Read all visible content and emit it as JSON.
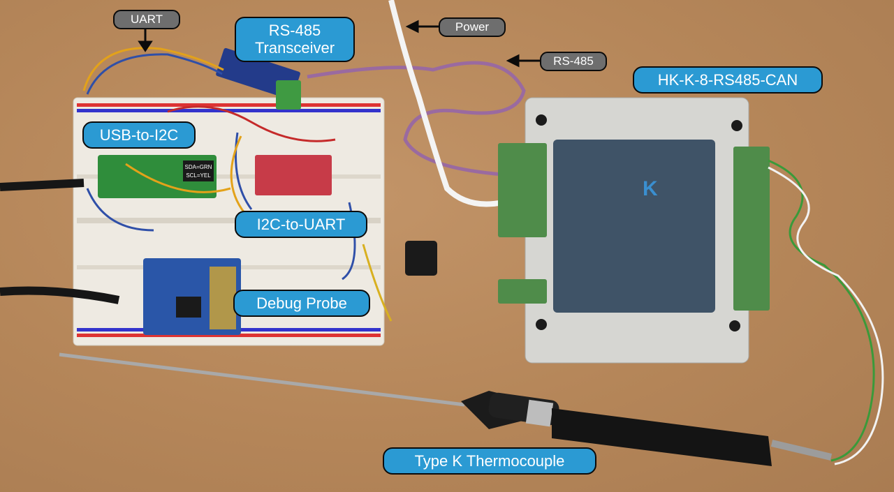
{
  "labels": {
    "uart": "UART",
    "rs485_transceiver_line1": "RS-485",
    "rs485_transceiver_line2": "Transceiver",
    "power": "Power",
    "rs485": "RS-485",
    "hk_module": "HK-K-8-RS485-CAN",
    "usb_to_i2c": "USB-to-I2C",
    "i2c_to_uart": "I2C-to-UART",
    "debug_probe": "Debug Probe",
    "type_k_thermocouple": "Type K Thermocouple"
  },
  "board_silkscreen": {
    "usb_i2c_note_1": "SDA=GRN",
    "usb_i2c_note_2": "SCL=YEL"
  },
  "colors": {
    "callout_fill": "#2b9ad3",
    "wire_tag_fill": "#6e6e6e",
    "background_cardboard": "#b88a5e",
    "module_panel": "#3f5367",
    "terminal_green": "#4f8c4a"
  }
}
